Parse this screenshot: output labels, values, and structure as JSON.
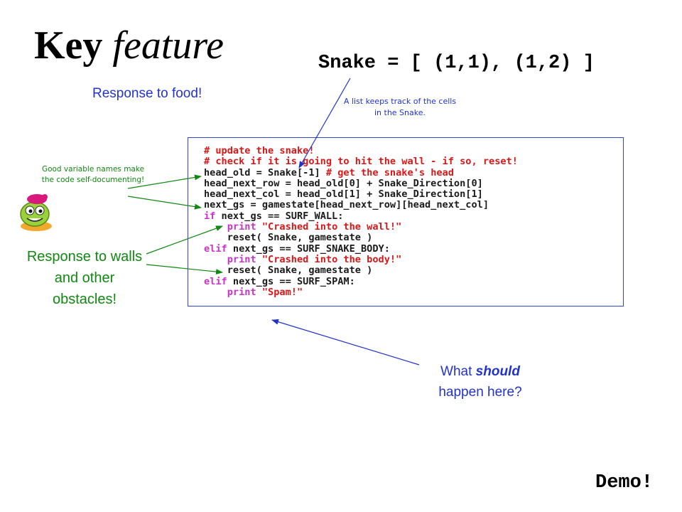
{
  "title": {
    "bold": "Key",
    "italic": "feature"
  },
  "snake_list_code": "Snake = [ (1,1), (1,2) ]",
  "annotations": {
    "food": "Response to food!",
    "list_note": "A list keeps track of the cells in the Snake.",
    "varnames": "Good variable names make the code self-documenting!",
    "walls": "Response to walls and other obstacles!",
    "question_pre": "What ",
    "question_em": "should",
    "question_post": " happen here?",
    "demo": "Demo!"
  },
  "colors": {
    "blue": "#2233cc",
    "green": "#118811",
    "comment_red": "#d81818",
    "keyword_magenta": "#c832c8"
  },
  "code_lines": [
    [
      {
        "t": "c",
        "v": "# update the snake!"
      }
    ],
    [
      {
        "t": "c",
        "v": "# check if it is going to hit the wall - if so, reset!"
      }
    ],
    [
      {
        "t": "n",
        "v": "head_old = Snake[-1] "
      },
      {
        "t": "c",
        "v": "# get the snake's head"
      }
    ],
    [
      {
        "t": "n",
        "v": "head_next_row = head_old[0] + Snake_Direction[0]"
      }
    ],
    [
      {
        "t": "n",
        "v": "head_next_col = head_old[1] + Snake_Direction[1]"
      }
    ],
    [
      {
        "t": "n",
        "v": "next_gs = gamestate[head_next_row][head_next_col]"
      }
    ],
    [
      {
        "t": "k",
        "v": "if"
      },
      {
        "t": "n",
        "v": " next_gs == SURF_WALL:"
      }
    ],
    [
      {
        "t": "n",
        "v": "    "
      },
      {
        "t": "k",
        "v": "print"
      },
      {
        "t": "n",
        "v": " "
      },
      {
        "t": "s",
        "v": "\"Crashed into the wall!\""
      }
    ],
    [
      {
        "t": "n",
        "v": "    reset( Snake, gamestate )"
      }
    ],
    [
      {
        "t": "k",
        "v": "elif"
      },
      {
        "t": "n",
        "v": " next_gs == SURF_SNAKE_BODY:"
      }
    ],
    [
      {
        "t": "n",
        "v": "    "
      },
      {
        "t": "k",
        "v": "print"
      },
      {
        "t": "n",
        "v": " "
      },
      {
        "t": "s",
        "v": "\"Crashed into the body!\""
      }
    ],
    [
      {
        "t": "n",
        "v": "    reset( Snake, gamestate )"
      }
    ],
    [
      {
        "t": "k",
        "v": "elif"
      },
      {
        "t": "n",
        "v": " next_gs == SURF_SPAM:"
      }
    ],
    [
      {
        "t": "n",
        "v": "    "
      },
      {
        "t": "k",
        "v": "print"
      },
      {
        "t": "n",
        "v": " "
      },
      {
        "t": "s",
        "v": "\"Spam!\""
      }
    ]
  ]
}
